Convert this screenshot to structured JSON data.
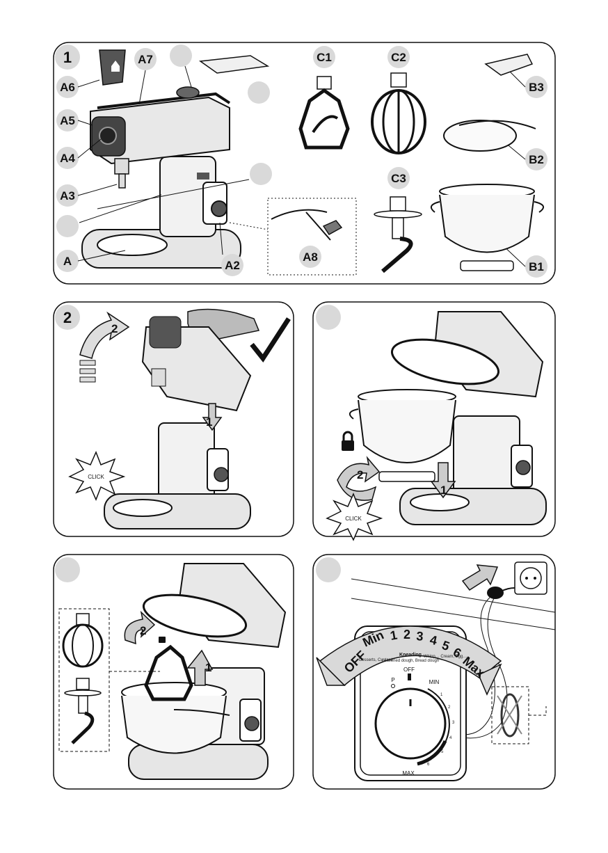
{
  "panels": {
    "p1": {
      "step": "1",
      "labels": {
        "a6": "A6",
        "a7": "A7",
        "a5": "A5",
        "a4": "A4",
        "a3": "A3",
        "a": "A",
        "a2": "A2",
        "a8": "A8",
        "c1": "C1",
        "c2": "C2",
        "c3": "C3",
        "b3": "B3",
        "b2": "B2",
        "b1": "B1"
      }
    },
    "p2": {
      "step": "2",
      "arrow_num": "2",
      "lever_num": "1",
      "click": "CLICK"
    },
    "p3": {
      "bowl_num": "1",
      "rotate_num": "2",
      "click": "CLICK"
    },
    "p4": {
      "insert_num": "1",
      "rotate_num": "2"
    },
    "p5": {
      "speeds": [
        "OFF",
        "Min",
        "1",
        "2",
        "3",
        "4",
        "5",
        "6",
        "Max"
      ],
      "kneading_title": "Kneading",
      "kneading_sub": "Leavened dough, Bread dough",
      "left_sub": "Desserts, Custard",
      "right_sub": "Whipp… Cream, Egg…",
      "dial_off": "OFF",
      "dial_min": "MIN",
      "dial_max": "MAX",
      "dial_p": "P",
      "dial_ticks": [
        "1",
        "2",
        "3",
        "4",
        "5",
        "6"
      ]
    }
  }
}
